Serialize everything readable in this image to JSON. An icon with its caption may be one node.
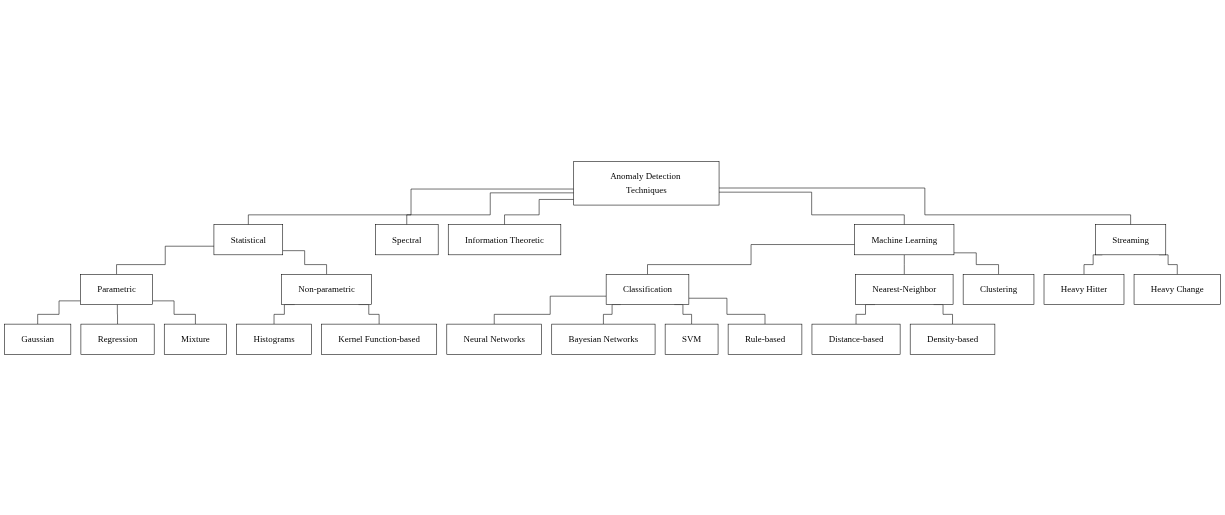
{
  "diagram": {
    "nodes": [
      {
        "text": [
          "Anomaly Detection Techniques"
        ]
      },
      {
        "text": [
          "Statistical"
        ]
      },
      {
        "text": [
          "Spectral"
        ]
      },
      {
        "text": [
          "Information Theoretic"
        ]
      },
      {
        "text": [
          "Machine Learning"
        ]
      },
      {
        "text": [
          "Streaming"
        ]
      },
      {
        "text": [
          "Parametric"
        ]
      },
      {
        "text": [
          "Non-parametric"
        ]
      },
      {
        "text": [
          "Gaussian"
        ]
      },
      {
        "text": [
          "Regression"
        ]
      },
      {
        "text": [
          "Mixture"
        ]
      },
      {
        "text": [
          "Histograms"
        ]
      },
      {
        "text": [
          "Kernel Function-based"
        ]
      },
      {
        "text": [
          "Classification"
        ]
      },
      {
        "text": [
          "Nearest-Neighbor"
        ]
      },
      {
        "text": [
          "Clustering"
        ]
      },
      {
        "text": [
          "Neural Networks"
        ]
      },
      {
        "text": [
          "Bayesian Networks"
        ]
      },
      {
        "text": [
          "SVM"
        ]
      },
      {
        "text": [
          "Rule-based"
        ]
      },
      {
        "text": [
          "Distance-based"
        ]
      },
      {
        "text": [
          "Density-based"
        ]
      },
      {
        "text": [
          "Heavy Hitter"
        ]
      },
      {
        "text": [
          "Heavy Change"
        ]
      }
    ],
    "edges": [
      {
        "from": 0,
        "to": 1,
        "arrow": "none"
      },
      {
        "from": 0,
        "to": 2,
        "arrow": "none"
      },
      {
        "from": 0,
        "to": 3,
        "arrow": "none"
      },
      {
        "from": 0,
        "to": 4,
        "arrow": "none"
      },
      {
        "from": 0,
        "to": 5,
        "arrow": "none"
      },
      {
        "from": 1,
        "to": 6,
        "arrow": "none"
      },
      {
        "from": 1,
        "to": 7,
        "arrow": "none"
      },
      {
        "from": 6,
        "to": 8,
        "arrow": "none"
      },
      {
        "from": 6,
        "to": 9,
        "arrow": "none"
      },
      {
        "from": 6,
        "to": 10,
        "arrow": "none"
      },
      {
        "from": 7,
        "to": 11,
        "arrow": "none"
      },
      {
        "from": 7,
        "to": 12,
        "arrow": "none"
      },
      {
        "from": 4,
        "to": 13,
        "arrow": "none"
      },
      {
        "from": 4,
        "to": 14,
        "arrow": "none"
      },
      {
        "from": 4,
        "to": 15,
        "arrow": "none"
      },
      {
        "from": 13,
        "to": 16,
        "arrow": "none"
      },
      {
        "from": 13,
        "to": 17,
        "arrow": "none"
      },
      {
        "from": 13,
        "to": 18,
        "arrow": "none"
      },
      {
        "from": 13,
        "to": 19,
        "arrow": "none"
      },
      {
        "from": 14,
        "to": 20,
        "arrow": "none"
      },
      {
        "from": 14,
        "to": 21,
        "arrow": "none"
      },
      {
        "from": 5,
        "to": 22,
        "arrow": "none"
      },
      {
        "from": 5,
        "to": 23,
        "arrow": "none"
      }
    ]
  }
}
